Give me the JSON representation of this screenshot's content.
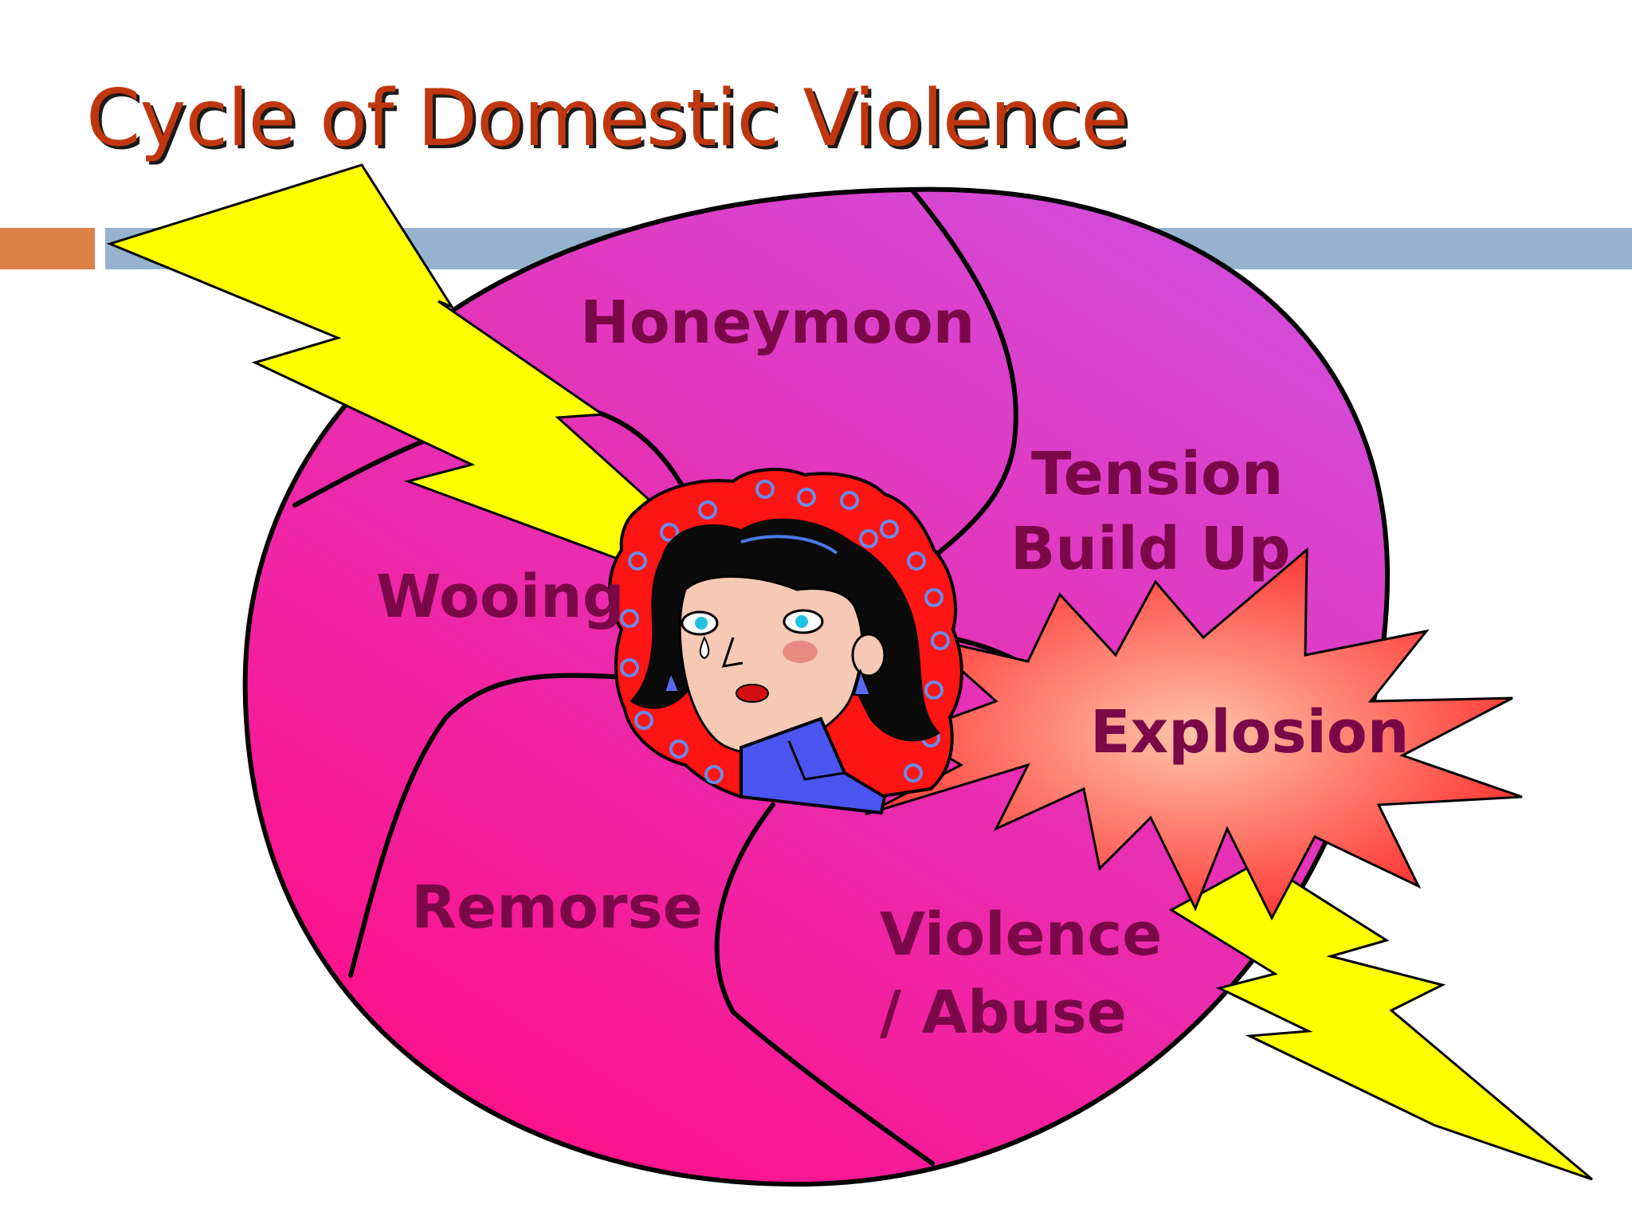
{
  "slide": {
    "title": "Cycle of Domestic Violence"
  },
  "diagram": {
    "phases": [
      {
        "id": "honeymoon",
        "lines": [
          "Honeymoon"
        ]
      },
      {
        "id": "tension",
        "lines": [
          "Tension",
          "Build Up"
        ]
      },
      {
        "id": "explosion",
        "lines": [
          "Explosion"
        ]
      },
      {
        "id": "violence",
        "lines": [
          "Violence",
          "/ Abuse"
        ]
      },
      {
        "id": "remorse",
        "lines": [
          "Remorse"
        ]
      },
      {
        "id": "wooing",
        "lines": [
          "Wooing"
        ]
      }
    ]
  },
  "colors": {
    "title": "#c0370f",
    "title_shadow": "#1a1a1a",
    "accent_orange": "#dd8048",
    "accent_blue": "#95b3ce",
    "circle_top": "#d44ad8",
    "circle_bottom": "#ff0f87",
    "label": "#7a0848",
    "outline": "#000000",
    "lightning": "#ffff00",
    "starburst_center": "#ffc4a8",
    "starburst_edge": "#ff3030",
    "hair": "#0a0a0a",
    "skin": "#f6c9b4",
    "scarf": "#ff1414",
    "shirt": "#4a55f0"
  }
}
